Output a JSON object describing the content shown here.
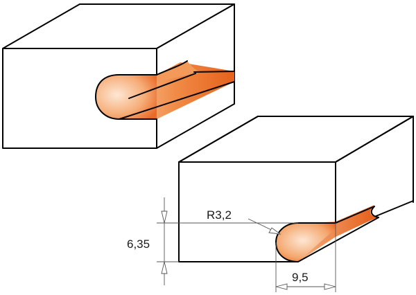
{
  "colors": {
    "profile_light": "#fbe2cc",
    "profile_mid": "#f4a56c",
    "profile_dark": "#e8641f",
    "outline": "#000000",
    "dimension": "#555555"
  },
  "labels": {
    "radius": "R3,2",
    "height": "6,35",
    "depth": "9,5"
  }
}
